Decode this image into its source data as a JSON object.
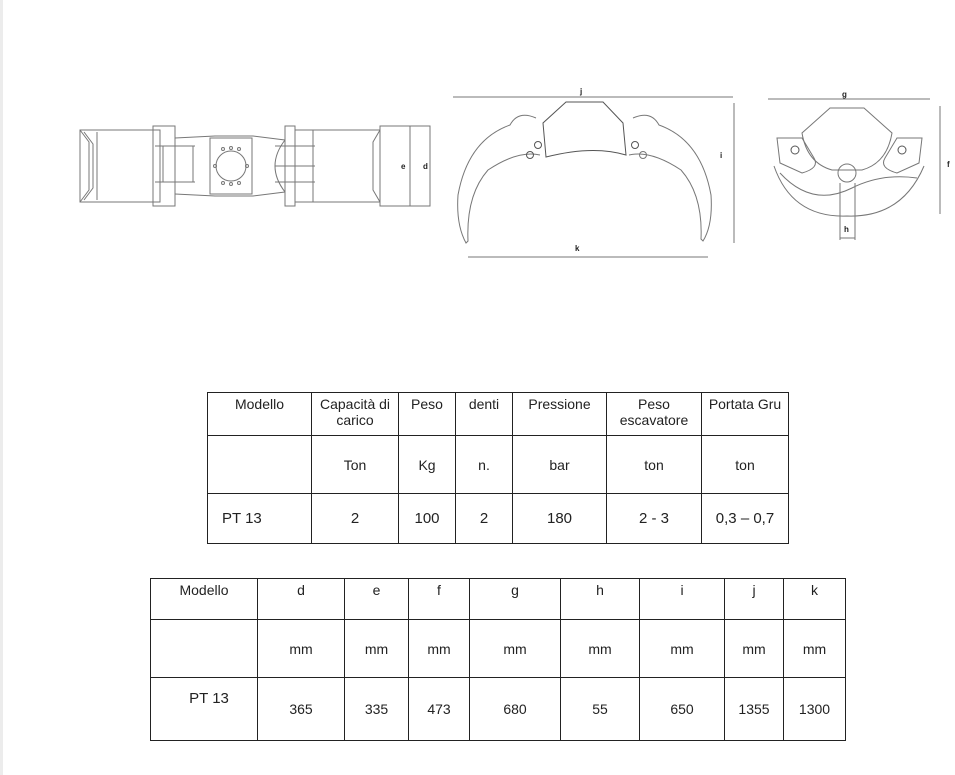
{
  "drawings": {
    "top_view": {
      "labels": {
        "e": "e",
        "d": "d"
      }
    },
    "front_view": {
      "labels": {
        "j": "j",
        "i": "i",
        "k": "k"
      }
    },
    "side_view": {
      "labels": {
        "g": "g",
        "f": "f",
        "h": "h"
      }
    }
  },
  "table1": {
    "headers": [
      "Modello",
      "Capacità di carico",
      "Peso",
      "denti",
      "Pressione",
      "Peso escavatore",
      "Portata Gru"
    ],
    "units": [
      "",
      "Ton",
      "Kg",
      "n.",
      "bar",
      "ton",
      "ton"
    ],
    "rows": [
      [
        "PT 13",
        "2",
        "100",
        "2",
        "180",
        "2 - 3",
        "0,3 – 0,7"
      ]
    ]
  },
  "table2": {
    "headers": [
      "Modello",
      "d",
      "e",
      "f",
      "g",
      "h",
      "i",
      "j",
      "k"
    ],
    "units": [
      "",
      "mm",
      "mm",
      "mm",
      "mm",
      "mm",
      "mm",
      "mm",
      "mm"
    ],
    "rows": [
      [
        "PT 13",
        "365",
        "335",
        "473",
        "680",
        "55",
        "650",
        "1355",
        "1300"
      ]
    ]
  }
}
